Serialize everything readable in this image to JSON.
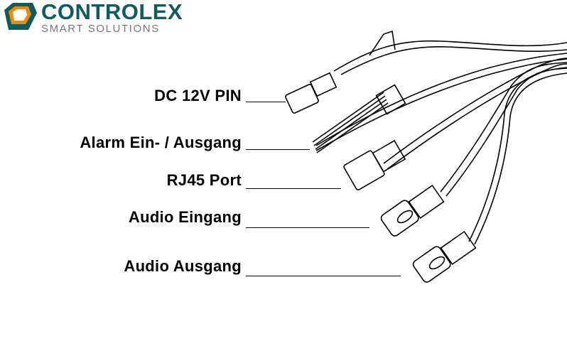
{
  "logo": {
    "name": "CONTROLEX",
    "tagline": "SMART SOLUTIONS",
    "colors": {
      "teal": "#0f5b5e",
      "orange": "#f08a00",
      "gray": "#777777"
    }
  },
  "labels": [
    "DC 12V PIN",
    "Alarm Ein- / Ausgang",
    "RJ45 Port",
    "Audio Eingang",
    "Audio Ausgang"
  ]
}
